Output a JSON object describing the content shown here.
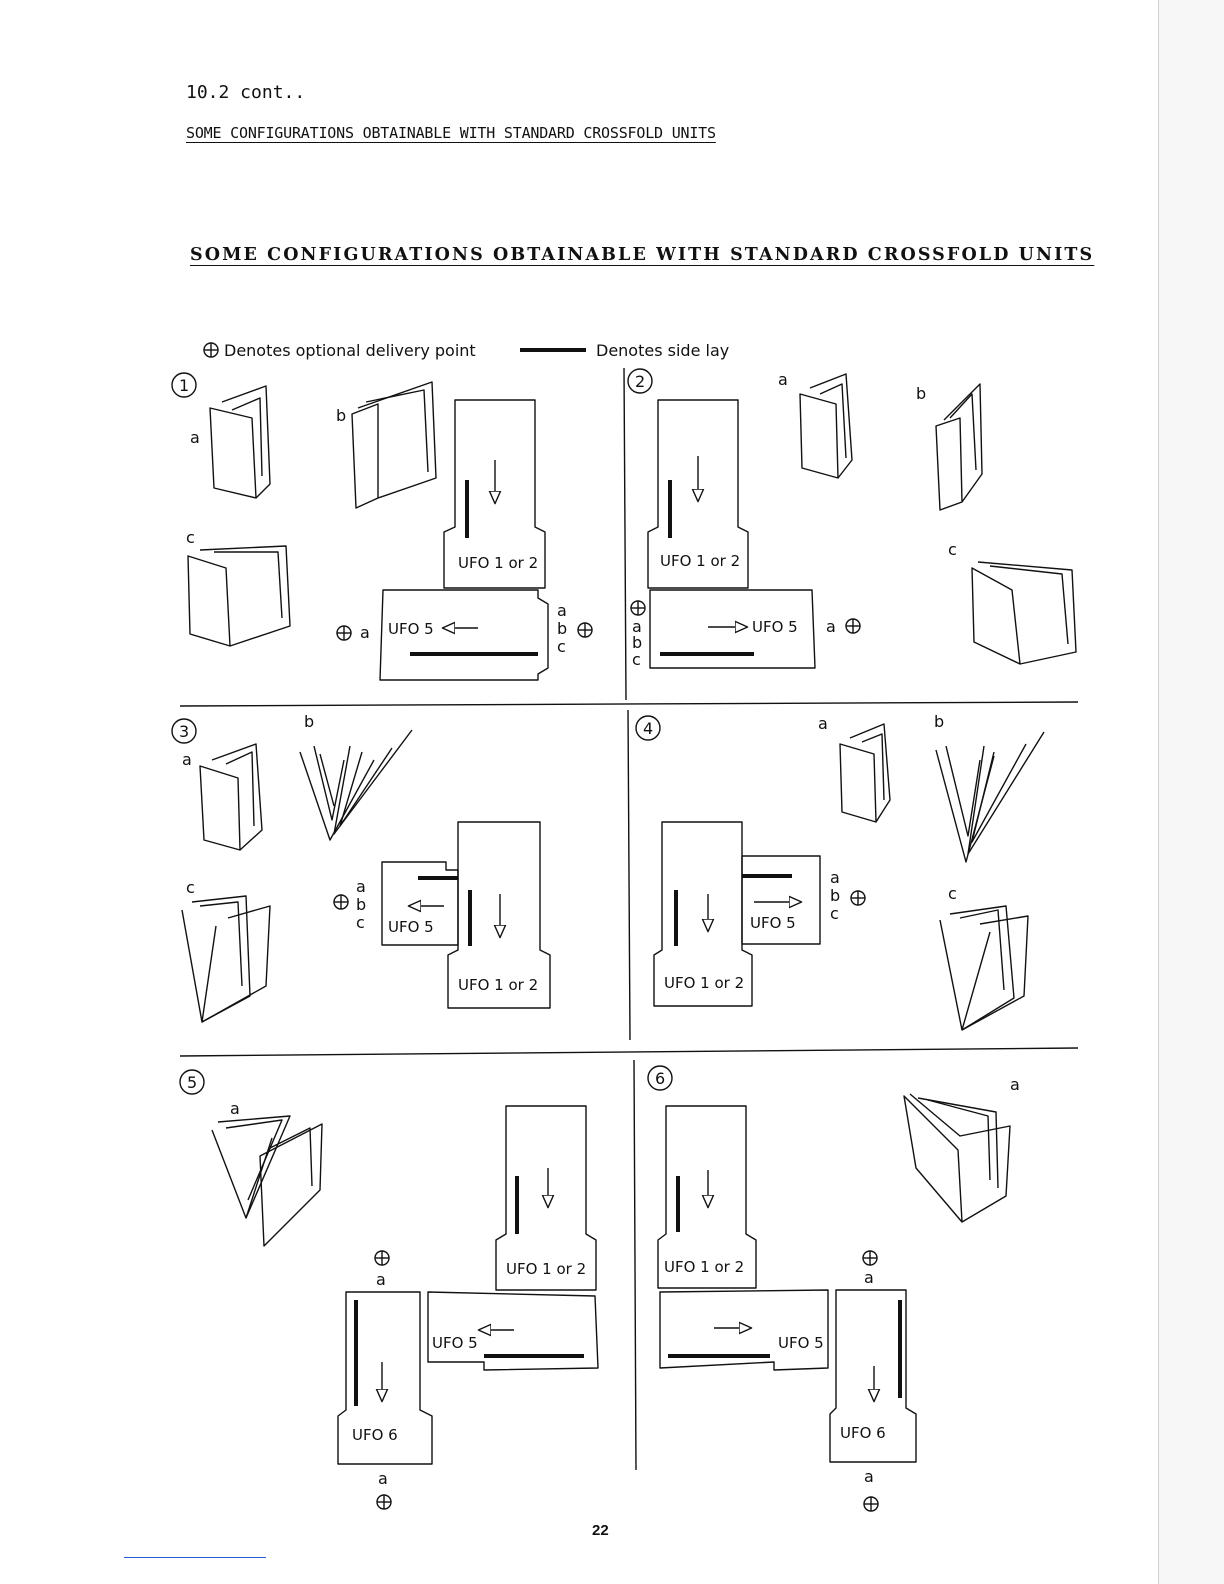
{
  "header": {
    "section": "10.2 cont..",
    "title_typed": "SOME CONFIGURATIONS OBTAINABLE WITH STANDARD CROSSFOLD UNITS",
    "title_figure": "SOME CONFIGURATIONS OBTAINABLE WITH STANDARD CROSSFOLD UNITS"
  },
  "legend": {
    "delivery": "Denotes optional delivery point",
    "sidelay": "Denotes side lay"
  },
  "symbols": {
    "delivery_point": "⊕"
  },
  "panels": [
    {
      "number": "1",
      "units": {
        "feed": "UFO 1 or 2",
        "crossfold": "UFO 5"
      },
      "outputs": [
        "a",
        "b",
        "c"
      ]
    },
    {
      "number": "2",
      "units": {
        "feed": "UFO 1 or 2",
        "crossfold": "UFO 5"
      },
      "outputs": [
        "a",
        "b",
        "c"
      ]
    },
    {
      "number": "3",
      "units": {
        "feed": "UFO 1 or 2",
        "crossfold": "UFO 5"
      },
      "outputs": [
        "a",
        "b",
        "c"
      ]
    },
    {
      "number": "4",
      "units": {
        "feed": "UFO 1 or 2",
        "crossfold": "UFO 5"
      },
      "outputs": [
        "a",
        "b",
        "c"
      ]
    },
    {
      "number": "5",
      "units": {
        "feed": "UFO 1 or 2",
        "crossfold": "UFO 5",
        "third": "UFO 6"
      },
      "outputs": [
        "a"
      ]
    },
    {
      "number": "6",
      "units": {
        "feed": "UFO 1 or 2",
        "crossfold": "UFO 5",
        "third": "UFO 6"
      },
      "outputs": [
        "a"
      ]
    }
  ],
  "footer": {
    "page_number": "22"
  }
}
